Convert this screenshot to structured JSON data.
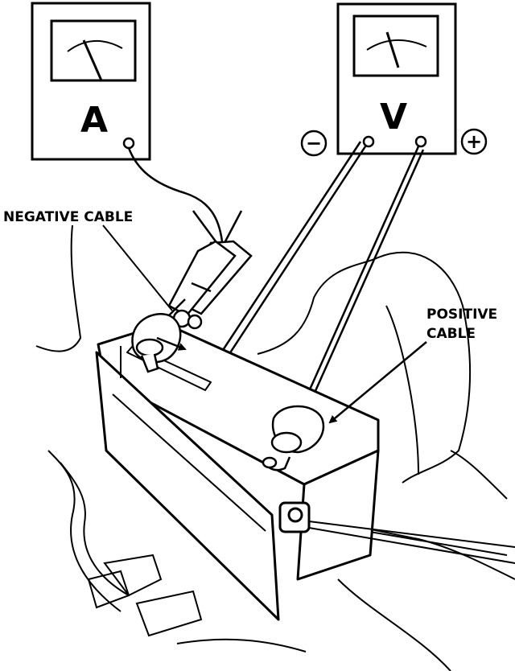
{
  "diagram": {
    "ammeter": {
      "letter": "A"
    },
    "voltmeter": {
      "letter": "V",
      "negative_sign": "−",
      "positive_sign": "+"
    },
    "labels": {
      "negative_cable": "NEGATIVE CABLE",
      "positive_cable_line1": "POSITIVE",
      "positive_cable_line2": "CABLE"
    }
  }
}
